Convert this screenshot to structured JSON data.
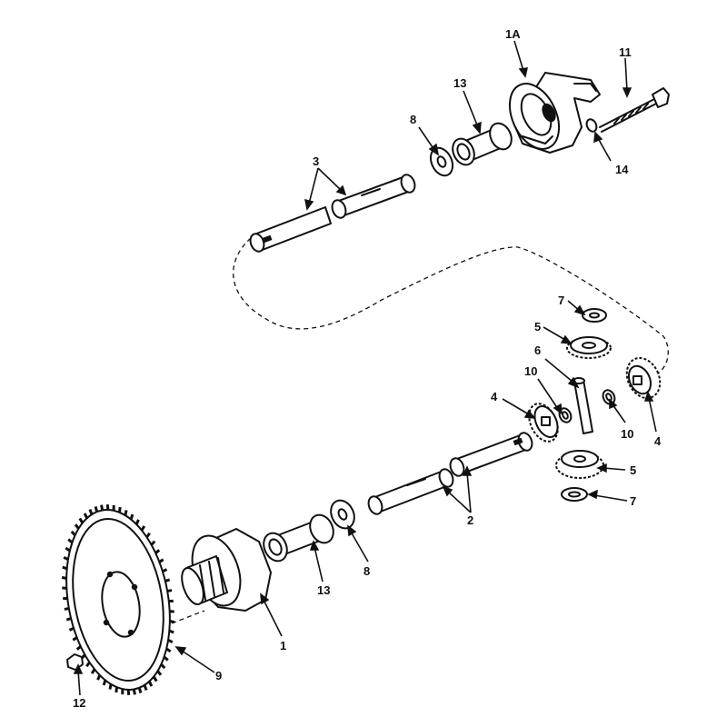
{
  "labels": {
    "l1A": "1A",
    "l11": "11",
    "l13_top": "13",
    "l8_top": "8",
    "l3": "3",
    "l14": "14",
    "l7_top": "7",
    "l5_top": "5",
    "l6": "6",
    "l10_left": "10",
    "l4_left": "4",
    "l10_right": "10",
    "l4_right": "4",
    "l5_bot": "5",
    "l7_bot": "7",
    "l2": "2",
    "l13_bot": "13",
    "l8_bot": "8",
    "l1": "1",
    "l9": "9",
    "l12": "12"
  },
  "colors": {
    "ink": "#111111",
    "paper": "#ffffff"
  }
}
